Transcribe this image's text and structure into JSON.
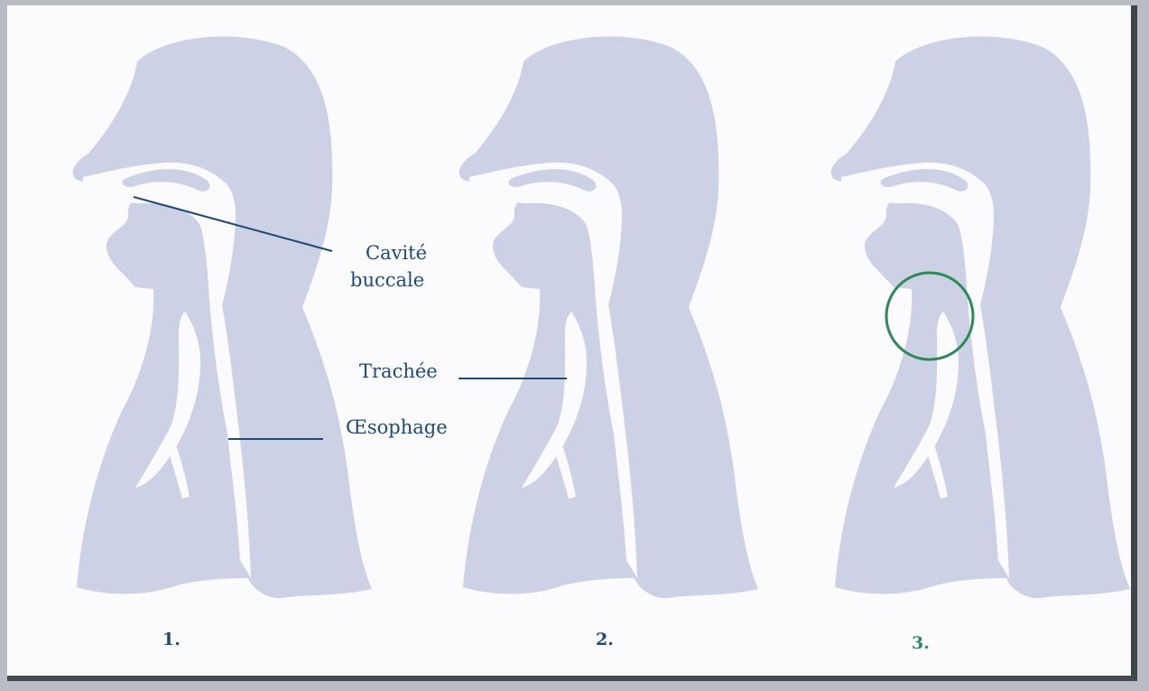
{
  "labels": {
    "cavity_line1": "Cavité",
    "cavity_line2": "buccale",
    "trachea": "Trachée",
    "esophagus": "Œsophage"
  },
  "stages": [
    {
      "number": "1.",
      "color": "#1f4a78"
    },
    {
      "number": "2.",
      "color": "#1f4a78"
    },
    {
      "number": "3.",
      "color": "#2f8a6a"
    }
  ],
  "colors": {
    "silhouette": "#cdd1e6",
    "line": "#1f4a78",
    "highlight_circle": "#2b8a58"
  }
}
